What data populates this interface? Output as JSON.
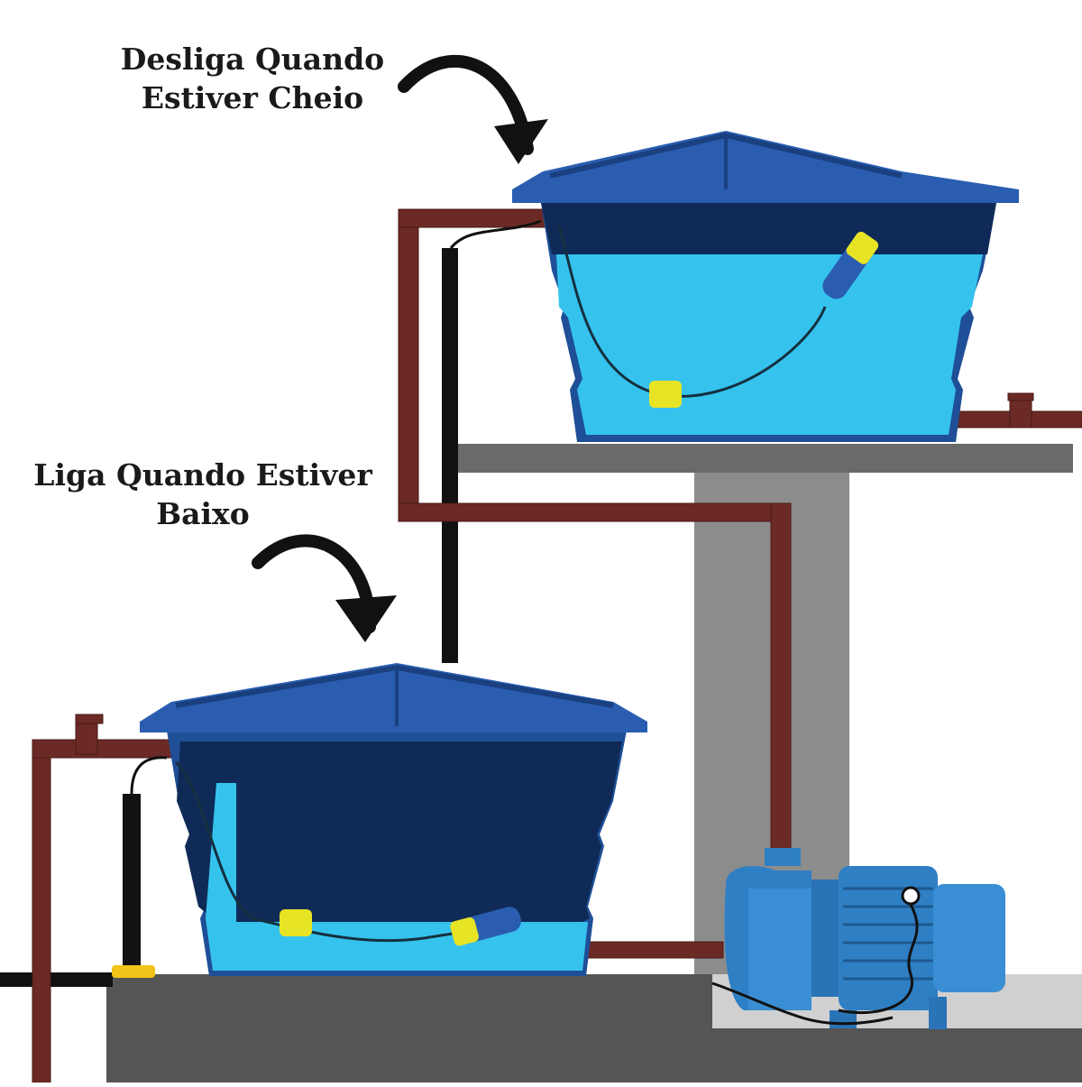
{
  "labels": {
    "upper_tank_line1": "Desliga Quando",
    "upper_tank_line2": "Estiver Cheio",
    "lower_tank_line1": "Liga Quando Estiver",
    "lower_tank_line2": "Baixo"
  },
  "upper_tank": {
    "water_level": 0.78,
    "float_state": "up"
  },
  "lower_tank": {
    "water_level": 0.2,
    "float_state": "down"
  },
  "colors": {
    "background": "#ffffff",
    "tank_blue": "#1f4f96",
    "tank_lid": "#2a5db0",
    "tank_dark_interior": "#0f2a56",
    "water": "#35c3ee",
    "pipe": "#6b2a25",
    "concrete": "#555555",
    "support": "#8c8c8c",
    "float_yellow": "#e7e325",
    "pump_blue": "#2f7fc4",
    "cable": "#111111"
  }
}
